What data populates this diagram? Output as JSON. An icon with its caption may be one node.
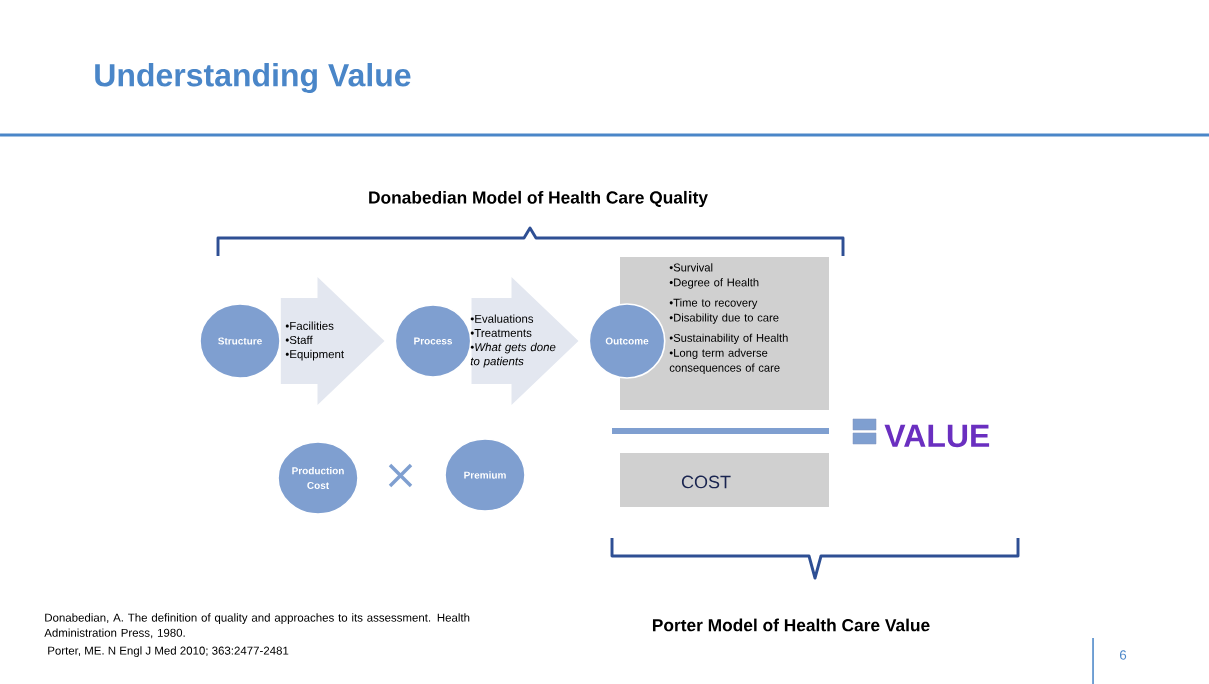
{
  "diagram": {
    "title": "Understanding Value",
    "nodes": [
      {
        "text": [
          "Structure"
        ]
      },
      {
        "text": [
          "•Facilities",
          "•Staff",
          "•Equipment"
        ]
      },
      {
        "text": [
          "Process"
        ]
      },
      {
        "text": [
          "•Evaluations",
          "•Treatments",
          "•*What gets done to patients*"
        ]
      },
      {
        "text": [
          "Outcome"
        ]
      },
      {
        "text": [
          "•Survival",
          "•Degree of Health",
          "•Time to recovery",
          "•Disability due to care",
          "•Sustainability of Health",
          "•Long term adverse consequences of care"
        ]
      },
      {
        "text": [
          "COST"
        ]
      },
      {
        "text": [
          "Production Cost"
        ]
      },
      {
        "text": [
          "Premium"
        ]
      }
    ],
    "edges": [
      {
        "from": 0,
        "to": 2,
        "arrow": "to",
        "style": "thick"
      },
      {
        "from": 2,
        "to": 4,
        "arrow": "to",
        "style": "thick"
      }
    ],
    "labels": [
      "Donabedian Model of Health Care Quality",
      "VALUE",
      "Donabedian, A. The definition of quality and approaches to its assessment. Health Administration Press, 1980.",
      "Porter, ME. N Engl J Med 2010; 363:2477-2481",
      "Porter Model of Health Care Value",
      "6"
    ]
  }
}
